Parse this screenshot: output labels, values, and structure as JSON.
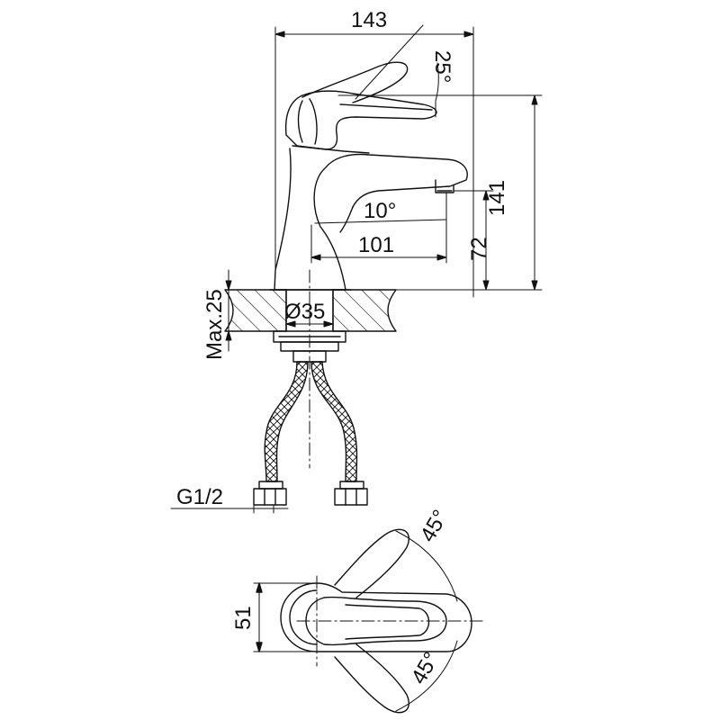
{
  "colors": {
    "line": "#111111",
    "background": "#ffffff"
  },
  "dimensions": {
    "overall_width": "143",
    "handle_angle": "25°",
    "overall_height": "141",
    "spout_angle": "10°",
    "spout_reach": "101",
    "spout_height": "72",
    "max_deck_thickness": "Max.25",
    "base_diameter": "Ø35",
    "connection_thread": "G1/2",
    "base_width": "51",
    "rotation_angle_top": "45°",
    "rotation_angle_bottom": "45°"
  }
}
